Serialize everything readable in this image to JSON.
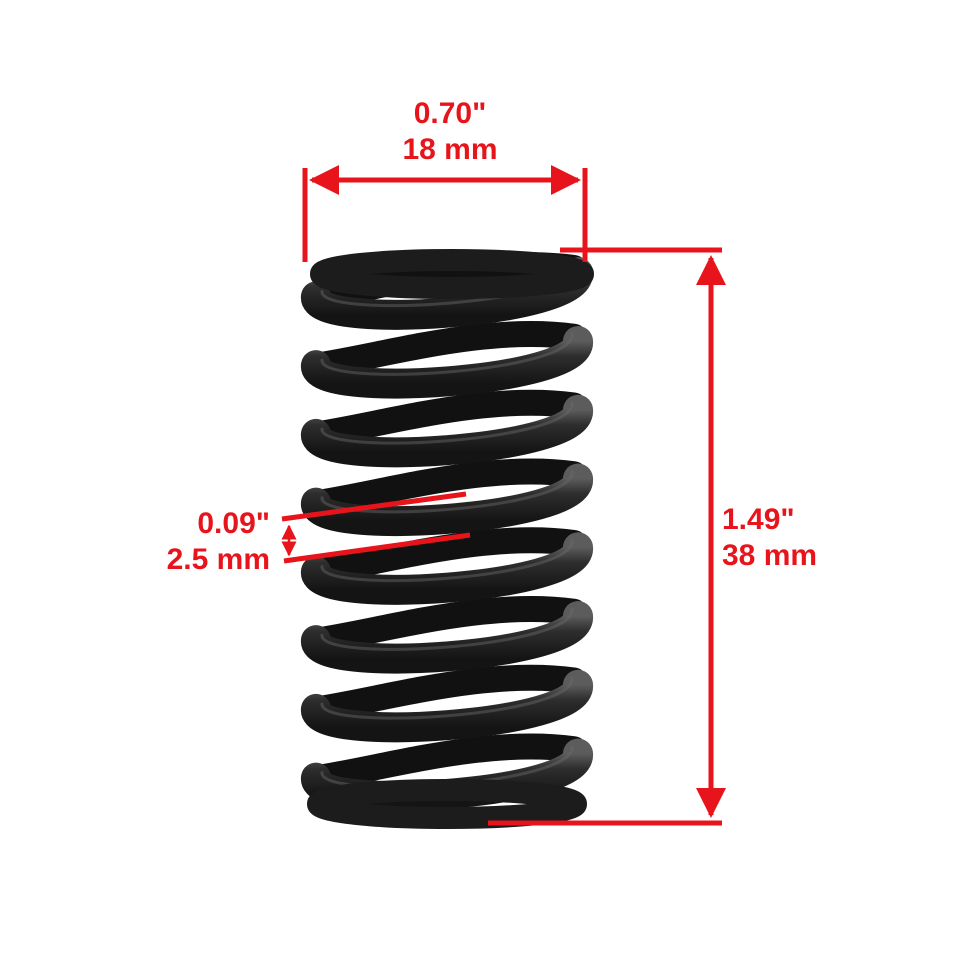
{
  "colors": {
    "dimension": "#e8141c",
    "spring": "#2a2a2a",
    "spring_highlight": "#6a6a6a",
    "background": "#ffffff"
  },
  "product": {
    "name": "coil-spring",
    "coil_count": 8
  },
  "dimensions": {
    "width": {
      "inches": "0.70\"",
      "mm": "18 mm"
    },
    "pitch": {
      "inches": "0.09\"",
      "mm": "2.5 mm"
    },
    "height": {
      "inches": "1.49\"",
      "mm": "38 mm"
    }
  }
}
